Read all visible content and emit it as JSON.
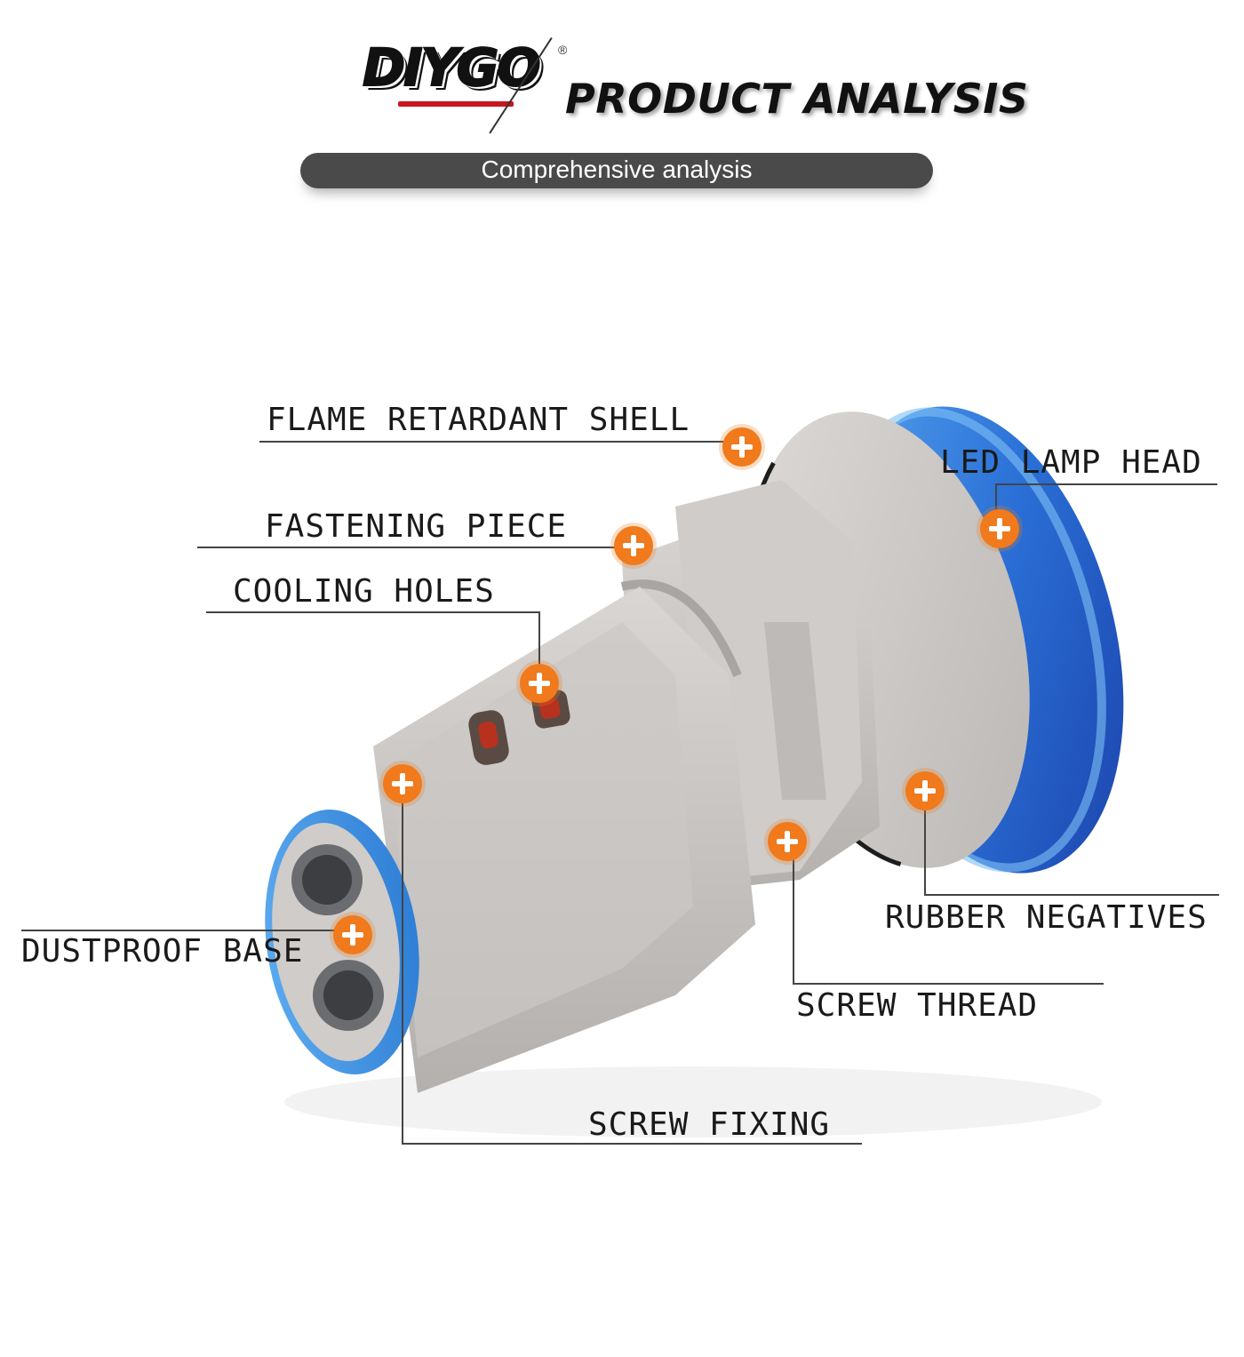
{
  "brand": {
    "logo_text": "DIYGO",
    "registered": "®"
  },
  "header": {
    "title": "PRODUCT ANALYSIS",
    "subtitle": "Comprehensive analysis"
  },
  "colors": {
    "marker": "#f07a1c",
    "brand_red": "#c8161d",
    "shell_gray": "#c9c6c3",
    "lamp_blue": "#2a6fd6",
    "base_blue": "#3d8fe0"
  },
  "callouts": {
    "flame_retardant_shell": "FLAME RETARDANT SHELL",
    "led_lamp_head": "LED LAMP HEAD",
    "fastening_piece": "FASTENING PIECE",
    "cooling_holes": "COOLING HOLES",
    "rubber_negatives": "RUBBER NEGATIVES",
    "dustproof_base": "DUSTPROOF BASE",
    "screw_thread": "SCREW THREAD",
    "screw_fixing": "SCREW FIXING"
  }
}
